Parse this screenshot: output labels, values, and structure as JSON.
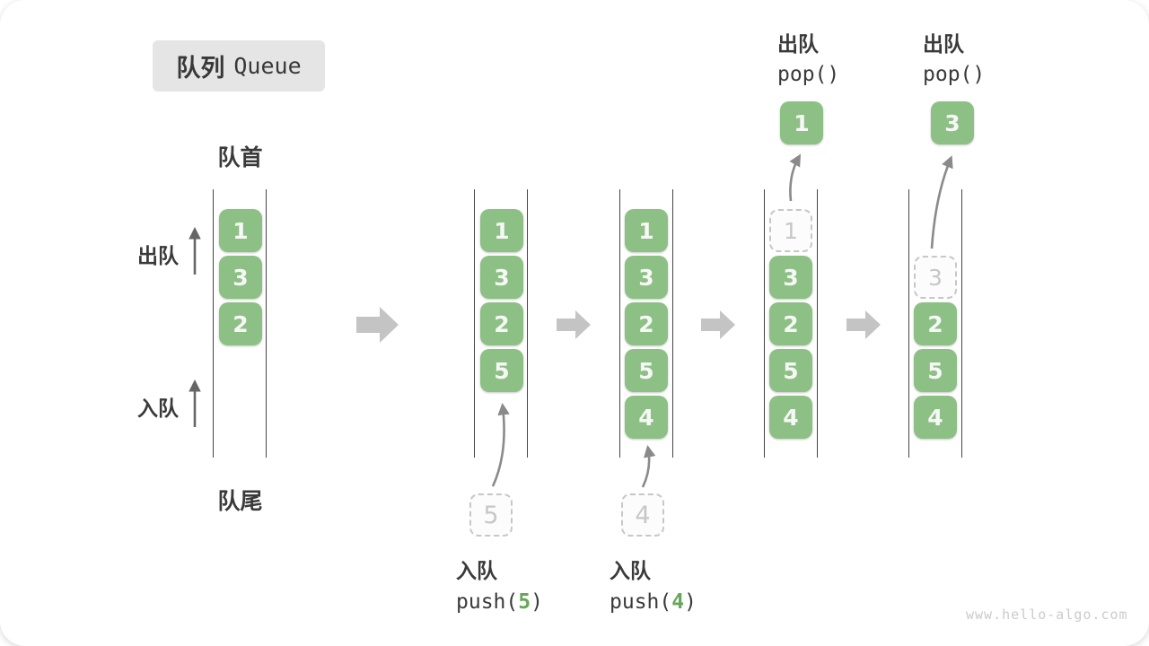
{
  "title": {
    "zh": "队列",
    "en": "Queue"
  },
  "labels": {
    "front": "队首",
    "rear": "队尾",
    "dequeue_side": "出队",
    "enqueue_side": "入队"
  },
  "queues": [
    {
      "slots": [
        {
          "v": "1"
        },
        {
          "v": "3"
        },
        {
          "v": "2"
        }
      ]
    },
    {
      "slots": [
        {
          "v": "1"
        },
        {
          "v": "3"
        },
        {
          "v": "2"
        },
        {
          "v": "5"
        }
      ],
      "incoming": {
        "v": "5"
      }
    },
    {
      "slots": [
        {
          "v": "1"
        },
        {
          "v": "3"
        },
        {
          "v": "2"
        },
        {
          "v": "5"
        },
        {
          "v": "4"
        }
      ],
      "incoming": {
        "v": "4"
      }
    },
    {
      "slots": [
        {
          "v": "1",
          "state": "ghost"
        },
        {
          "v": "3"
        },
        {
          "v": "2"
        },
        {
          "v": "5"
        },
        {
          "v": "4"
        }
      ],
      "outgoing": {
        "v": "1"
      }
    },
    {
      "slots": [
        {
          "v": "3",
          "state": "ghost"
        },
        {
          "v": "2"
        },
        {
          "v": "5"
        },
        {
          "v": "4"
        }
      ],
      "outgoing": {
        "v": "3"
      }
    }
  ],
  "operations": {
    "push5": {
      "label": "入队",
      "code_open": "push(",
      "arg": "5",
      "code_close": ")"
    },
    "push4": {
      "label": "入队",
      "code_open": "push(",
      "arg": "4",
      "code_close": ")"
    },
    "pop1": {
      "label": "出队",
      "code": "pop()"
    },
    "pop2": {
      "label": "出队",
      "code": "pop()"
    }
  },
  "watermark": "www.hello-algo.com",
  "colors": {
    "box_green": "#8cc084",
    "arg_green": "#67a758",
    "ghost_gray": "#c7c7c7",
    "line_dark": "#454545",
    "block_arrow_gray": "#c4c4c4",
    "curve_arrow_gray": "#8a8a8a",
    "title_bg": "#e5e5e5"
  }
}
